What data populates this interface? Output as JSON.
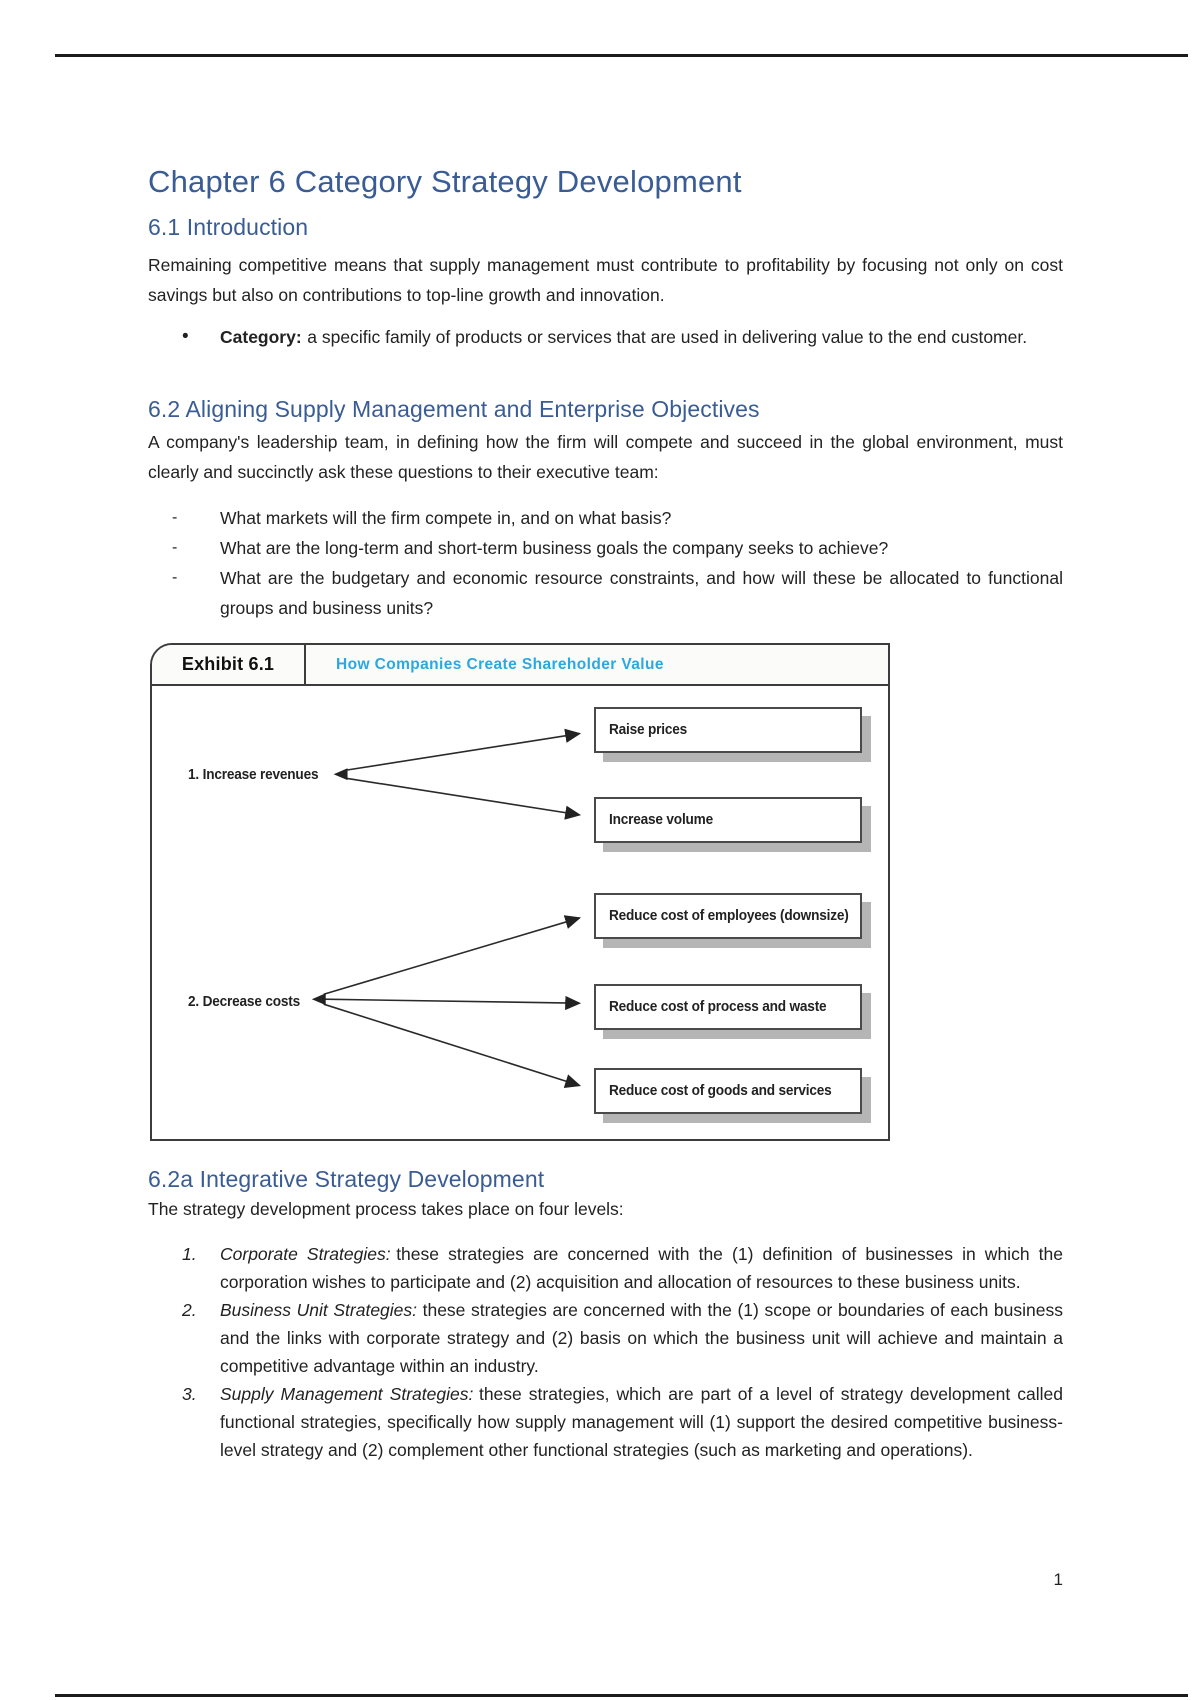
{
  "page": {
    "number": "1"
  },
  "colors": {
    "heading_blue": "#3a5c94",
    "exhibit_title_cyan": "#29a9e1",
    "body_text": "#222222"
  },
  "document": {
    "title": "Chapter 6 Category Strategy Development",
    "sections": {
      "intro": {
        "heading": "6.1 Introduction",
        "para": "Remaining competitive means that supply management must contribute to profitability by focusing not only on cost savings but also on contributions to top-line growth and innovation.",
        "bullet_marker": "•",
        "bullet_term": "Category:",
        "bullet_rest": "a specific family of products or services that are used in delivering value to the end customer."
      },
      "aligning": {
        "heading": "6.2 Aligning Supply Management and Enterprise Objectives",
        "para": "A company's leadership team, in defining how the firm will compete and succeed in the global environment, must clearly and succinctly ask these questions to their executive team:",
        "dash_marker": "-",
        "questions": [
          "What markets will the firm compete in, and on what basis?",
          "What are the long-term and short-term business goals the company seeks to achieve?",
          "What are the budgetary and economic resource constraints, and how will these be allocated to functional groups and business units?"
        ]
      },
      "integrative": {
        "heading": "6.2a Integrative Strategy Development",
        "para": "The strategy development process takes place on four levels:",
        "levels": [
          {
            "num": "1.",
            "term": "Corporate Strategies:",
            "rest": "these strategies are concerned with the (1) definition of businesses in which the corporation wishes to participate and (2) acquisition and allocation of resources to these business units."
          },
          {
            "num": "2.",
            "term": "Business Unit Strategies:",
            "rest": "these strategies are concerned with the (1) scope or boundaries of each business and the links with corporate strategy and (2) basis on which the business unit will achieve and maintain a competitive advantage within an industry."
          },
          {
            "num": "3.",
            "term": "Supply Management Strategies:",
            "rest": "these strategies, which are part of a level of strategy development called functional strategies, specifically how supply management will (1) support the desired competitive business-level strategy and (2) complement other functional strategies (such as marketing and operations)."
          }
        ]
      }
    },
    "exhibit": {
      "label": "Exhibit 6.1",
      "title": "How Companies Create Shareholder Value",
      "groups": [
        {
          "label": "1. Increase revenues",
          "targets": [
            "Raise prices",
            "Increase volume"
          ]
        },
        {
          "label": "2. Decrease costs",
          "targets": [
            "Reduce cost of employees (downsize)",
            "Reduce cost of process and waste",
            "Reduce cost of goods and services"
          ]
        }
      ]
    }
  }
}
